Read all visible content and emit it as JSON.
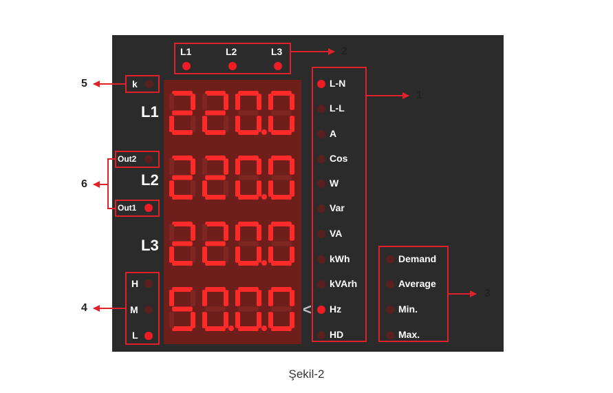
{
  "phases_top": [
    "L1",
    "L2",
    "L3"
  ],
  "row_labels": [
    "L1",
    "L2",
    "L3"
  ],
  "display_rows": [
    "220.0",
    "220.0",
    "220.0",
    "50.0.0"
  ],
  "less_than_symbol": "<",
  "k_label": "k",
  "out_labels": [
    "Out2",
    "Out1"
  ],
  "hml_labels": [
    "H",
    "M",
    "L"
  ],
  "measure_items": [
    "L-N",
    "L-L",
    "A",
    "Cos",
    "W",
    "Var",
    "VA",
    "kWh",
    "kVArh",
    "Hz",
    "HD"
  ],
  "demand_items": [
    "Demand",
    "Average",
    "Min.",
    "Max."
  ],
  "callouts": [
    "1",
    "2",
    "3",
    "4",
    "5",
    "6"
  ],
  "caption": "Şekil-2",
  "colors": {
    "panel": "#2b2b2b",
    "accent": "#e0202a",
    "led_on": "#ee1c25",
    "led_off": "#5a1f1f",
    "segment_on": "#ff2a2a",
    "display_bg": "#6e1f1c"
  }
}
